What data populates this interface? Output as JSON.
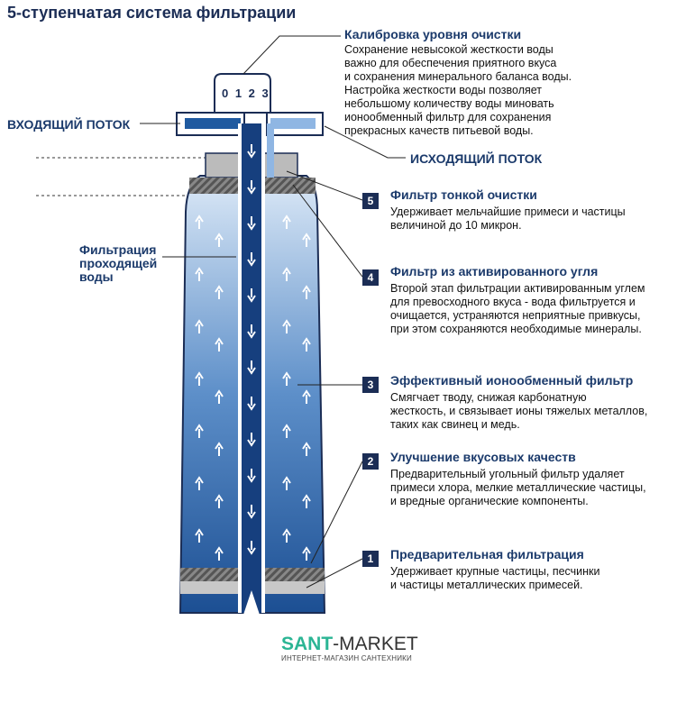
{
  "title": "5-ступенчатая система фильтрации",
  "calibration": {
    "heading": "Калибровка уровня очистки",
    "text": "Сохранение невысокой жесткости воды\nважно для обеспечения приятного вкуса\nи сохранения минерального баланса воды.\nНастройка жесткости воды позволяет\nнебольшому количеству воды миновать\nионообменный фильтр для сохранения\nпрекрасных качеств питьевой воды.",
    "dial": "0 1 2 3"
  },
  "inflow": "ВХОДЯЩИЙ ПОТОК",
  "outflow": "ИСХОДЯЩИЙ ПОТОК",
  "side_label": "Фильтрация\nпроходящей\nводы",
  "stages": [
    {
      "num": "5",
      "heading": "Фильтр тонкой очистки",
      "text": "Удерживает мельчайшие примеси и частицы\nвеличиной до 10 микрон."
    },
    {
      "num": "4",
      "heading": "Фильтр из активированного угля",
      "text": "Второй этап фильтрации активированным углем\nдля превосходного вкуса - вода фильтруется и\nочищается, устраняются неприятные привкусы,\nпри этом сохраняются необходимые минералы."
    },
    {
      "num": "3",
      "heading": "Эффективный ионообменный фильтр",
      "text": "Смягчает тводу, снижая карбонатную\nжесткость, и связывает ионы тяжелых металлов,\nтаких как свинец и медь."
    },
    {
      "num": "2",
      "heading": "Улучшение вкусовых качеств",
      "text": "Предварительный угольный фильтр удаляет\nпримеси хлора, мелкие металлические частицы,\nи вредные органические компоненты."
    },
    {
      "num": "1",
      "heading": "Предварительная фильтрация",
      "text": "Удерживает крупные частицы, песчинки\nи частицы металлических примесей."
    }
  ],
  "logo": {
    "brand_a": "SANT",
    "brand_b": "-MARKET",
    "tagline": "ИНТЕРНЕТ-МАГАЗИН САНТЕХНИКИ"
  },
  "colors": {
    "navy": "#1b2d55",
    "blue": "#1f5aa0",
    "light": "#c9dcf2",
    "accent": "#2bb594"
  }
}
